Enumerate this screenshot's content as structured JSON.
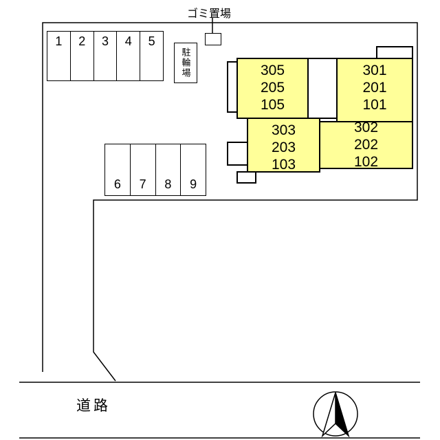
{
  "labels": {
    "garbage_area": "ゴミ置場",
    "bicycle_parking": "駐輪場",
    "road": "道路"
  },
  "parking": {
    "top_row_spaces": [
      "1",
      "2",
      "3",
      "4",
      "5"
    ],
    "mid_row_spaces": [
      "6",
      "7",
      "8",
      "9"
    ]
  },
  "building": {
    "fill_color": "#FFFF99",
    "outline_color": "#000000",
    "units": [
      {
        "id": "north-west",
        "floors": [
          "305",
          "205",
          "105"
        ]
      },
      {
        "id": "north-east",
        "floors": [
          "301",
          "201",
          "101"
        ]
      },
      {
        "id": "south-west",
        "floors": [
          "303",
          "203",
          "103"
        ]
      },
      {
        "id": "south-east",
        "floors": [
          "302",
          "202",
          "102"
        ]
      }
    ]
  }
}
